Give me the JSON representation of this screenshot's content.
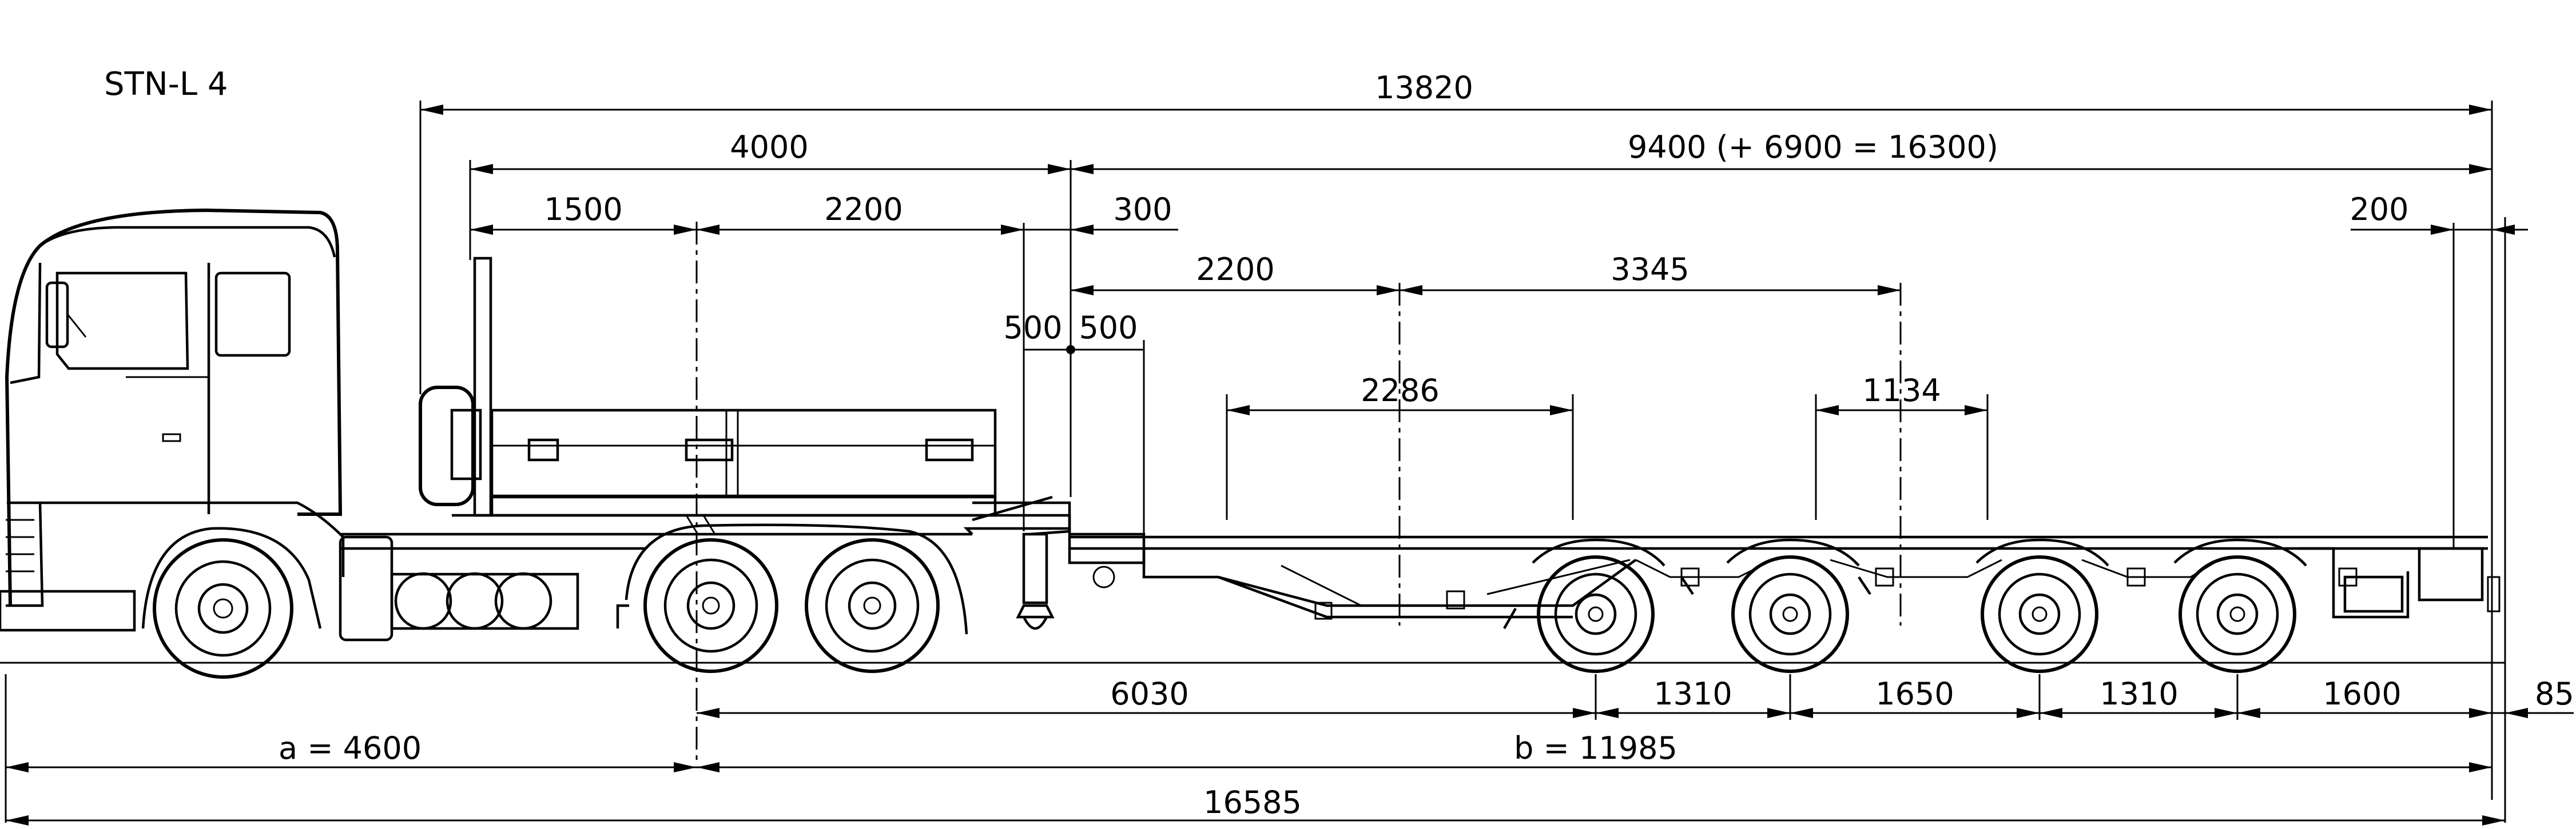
{
  "title": "STN-L 4",
  "dimensions": {
    "overall_top": "13820",
    "front_4000": "4000",
    "deck_9400": "9400 (+ 6900 = 16300)",
    "d1500": "1500",
    "d2200_top": "2200",
    "d300": "300",
    "d200": "200",
    "d2200_mid": "2200",
    "d3345": "3345",
    "d500_left": "500",
    "d500_right": "500",
    "d2286": "2286",
    "d1134": "1134",
    "d6030": "6030",
    "d1310_a": "1310",
    "d1650": "1650",
    "d1310_b": "1310",
    "d1600": "1600",
    "d85": "85",
    "a_dim": "a =  4600",
    "b_dim": "b =  11985",
    "overall_bottom": "16585"
  }
}
